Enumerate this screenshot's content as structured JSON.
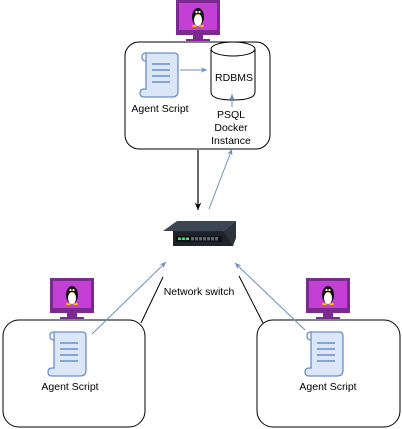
{
  "nodes": {
    "server": {
      "agent_label": "Agent Script",
      "db_label": "RDBMS",
      "psql_lines": [
        "PSQL",
        "Docker",
        "Instance"
      ]
    },
    "network_switch": {
      "label": "Network switch"
    },
    "client_left": {
      "agent_label": "Agent Script"
    },
    "client_right": {
      "agent_label": "Agent Script"
    }
  },
  "colors": {
    "monitor_frame": "#7b2a8f",
    "monitor_screen": "#c43fd4",
    "script_fill": "#dbe6f7",
    "script_stroke": "#6b8ec7",
    "link_blue": "#6c8ebf",
    "link_black": "#000000"
  }
}
